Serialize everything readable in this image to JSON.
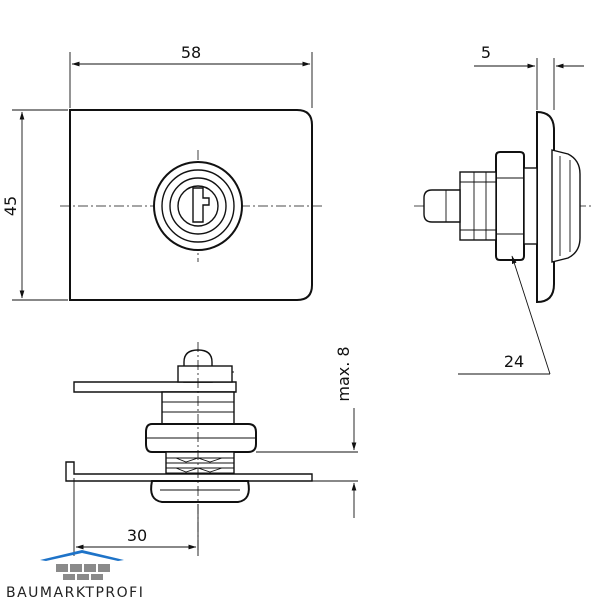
{
  "dimensions": {
    "width": "58",
    "height": "45",
    "depth": "5",
    "wrench": "24",
    "max_thickness": "max. 8",
    "offset": "30"
  },
  "logo": {
    "text": "BAUMARKTPROFI",
    "colors": {
      "blue": "#1e73c8",
      "grey": "#8a8a8a"
    }
  }
}
